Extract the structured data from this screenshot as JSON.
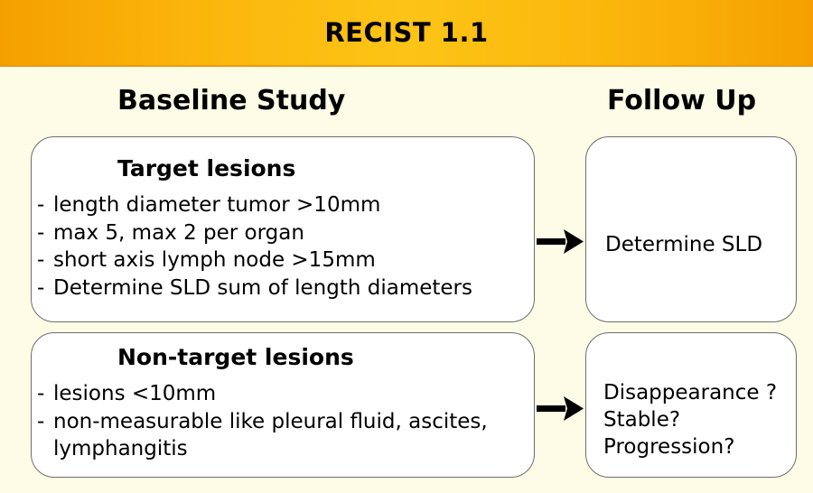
{
  "header": {
    "title": "RECIST 1.1"
  },
  "columns": {
    "baseline": "Baseline Study",
    "followup": "Follow Up"
  },
  "target": {
    "title": "Target lesions",
    "items": [
      "length diameter tumor >10mm",
      "max 5, max 2 per organ",
      "short axis lymph node >15mm",
      "Determine SLD sum of length diameters"
    ]
  },
  "nontarget": {
    "title": "Non-target lesions",
    "items": [
      "lesions <10mm",
      "non-measurable like pleural fluid, ascites, lymphangitis"
    ]
  },
  "followup_target": {
    "text": "Determine SLD"
  },
  "followup_nontarget": {
    "lines": [
      "Disappearance ?",
      "Stable?",
      "Progression?"
    ]
  },
  "bullet": "-",
  "colors": {
    "header": "#fcc416",
    "background": "#fdfce6",
    "box_border": "#6d6d6d"
  }
}
